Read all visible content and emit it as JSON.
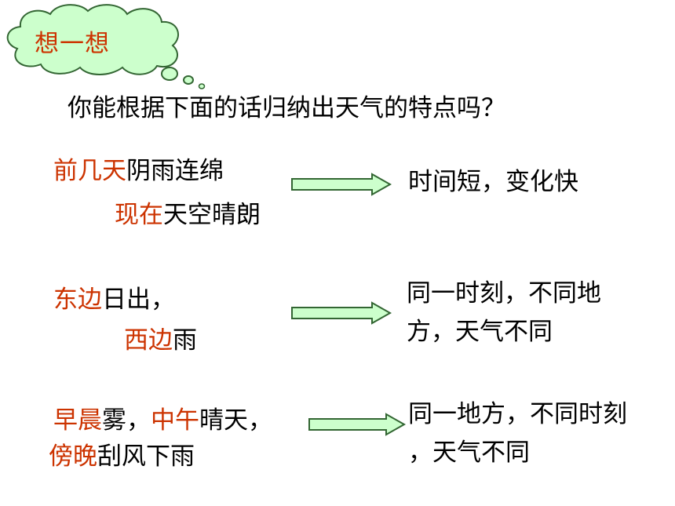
{
  "cloud": {
    "title": "想一想"
  },
  "question": "你能根据下面的话归纳出天气的特点吗？",
  "colors": {
    "highlight": "#cc3300",
    "arrow_fill": "#ccffcc",
    "arrow_stroke": "#336633",
    "cloud_fill": "#ccffcc"
  },
  "rows": [
    {
      "line1": {
        "red": "前几天",
        "black": "阴雨连绵"
      },
      "line2": {
        "red": "现在",
        "black": "天空晴朗"
      },
      "answer": [
        "时间短，变化快"
      ]
    },
    {
      "line1": {
        "red": "东边",
        "black": "日出，"
      },
      "line2": {
        "red": "西边",
        "black": "雨"
      },
      "answer": [
        "同一时刻，不同地",
        "方，天气不同"
      ]
    },
    {
      "line1": {
        "red1": "早晨",
        "black1": "雾，",
        "red2": "中午",
        "black2": "晴天，"
      },
      "line2": {
        "red": "傍晚",
        "black": "刮风下雨"
      },
      "answer": [
        "同一地方，不同时刻",
        "，天气不同"
      ]
    }
  ]
}
